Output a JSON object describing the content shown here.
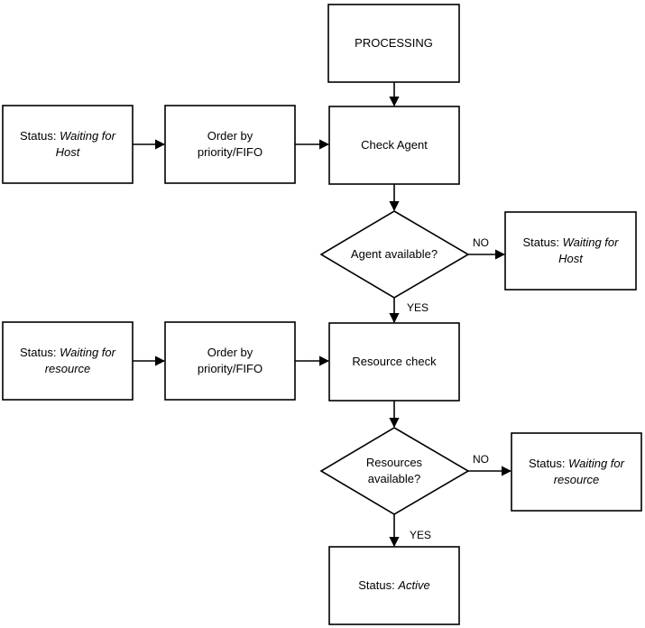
{
  "nodes": {
    "processing": {
      "text": "PROCESSING"
    },
    "status_waiting_host_left": {
      "prefix": "Status: ",
      "value": "Waiting for Host"
    },
    "order_priority_1": {
      "text": "Order by priority/FIFO"
    },
    "check_agent": {
      "text": "Check Agent"
    },
    "agent_available": {
      "text": "Agent available?"
    },
    "status_waiting_host_right": {
      "prefix": "Status: ",
      "value": "Waiting for Host"
    },
    "status_waiting_resource_left": {
      "prefix": "Status: ",
      "value": "Waiting for resource"
    },
    "order_priority_2": {
      "text": "Order by priority/FIFO"
    },
    "resource_check": {
      "text": "Resource check"
    },
    "resources_available": {
      "text": "Resources available?"
    },
    "status_waiting_resource_right": {
      "prefix": "Status: ",
      "value": "Waiting for resource"
    },
    "status_active": {
      "prefix": "Status: ",
      "value": "Active"
    }
  },
  "edges": {
    "agent_no": "NO",
    "agent_yes": "YES",
    "resources_no": "NO",
    "resources_yes": "YES"
  }
}
